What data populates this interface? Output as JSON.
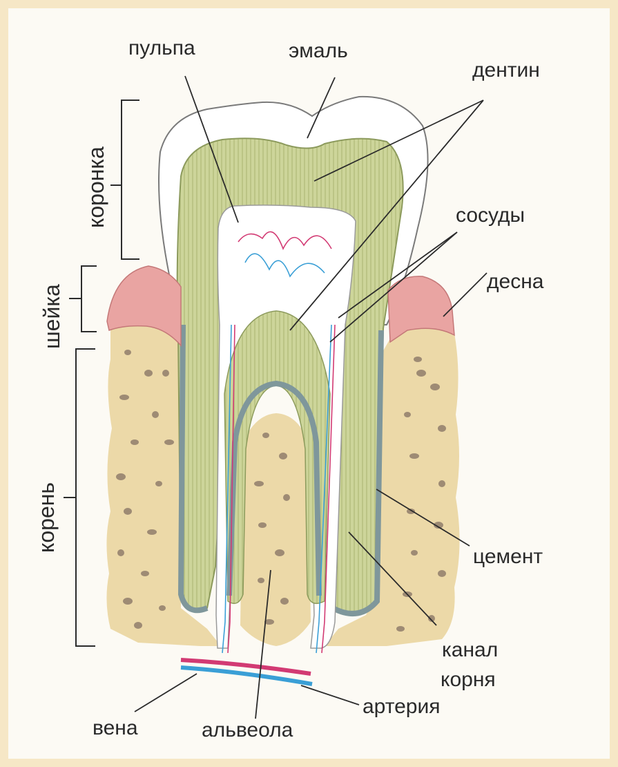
{
  "diagram": {
    "colors": {
      "page_border": "#f6e7c6",
      "paper": "#fcfaf4",
      "enamel": "#ffffff",
      "dentin": "#cdd59a",
      "pulp": "#ffffff",
      "cement": "#7f979b",
      "gum": "#e9a4a2",
      "bone": "#ecd9a8",
      "bone_pores": "#9e8b74",
      "artery": "#d23a73",
      "vein": "#3a9fd6"
    },
    "labels": {
      "pulp": "пульпа",
      "enamel": "эмаль",
      "dentin": "дентин",
      "vessels": "сосуды",
      "gum": "десна",
      "cement": "цемент",
      "root_canal_line1": "канал",
      "root_canal_line2": "корня",
      "artery": "артерия",
      "alveolus": "альвеола",
      "vein": "вена"
    },
    "regions": {
      "crown": "коронка",
      "neck": "шейка",
      "root": "корень"
    }
  }
}
